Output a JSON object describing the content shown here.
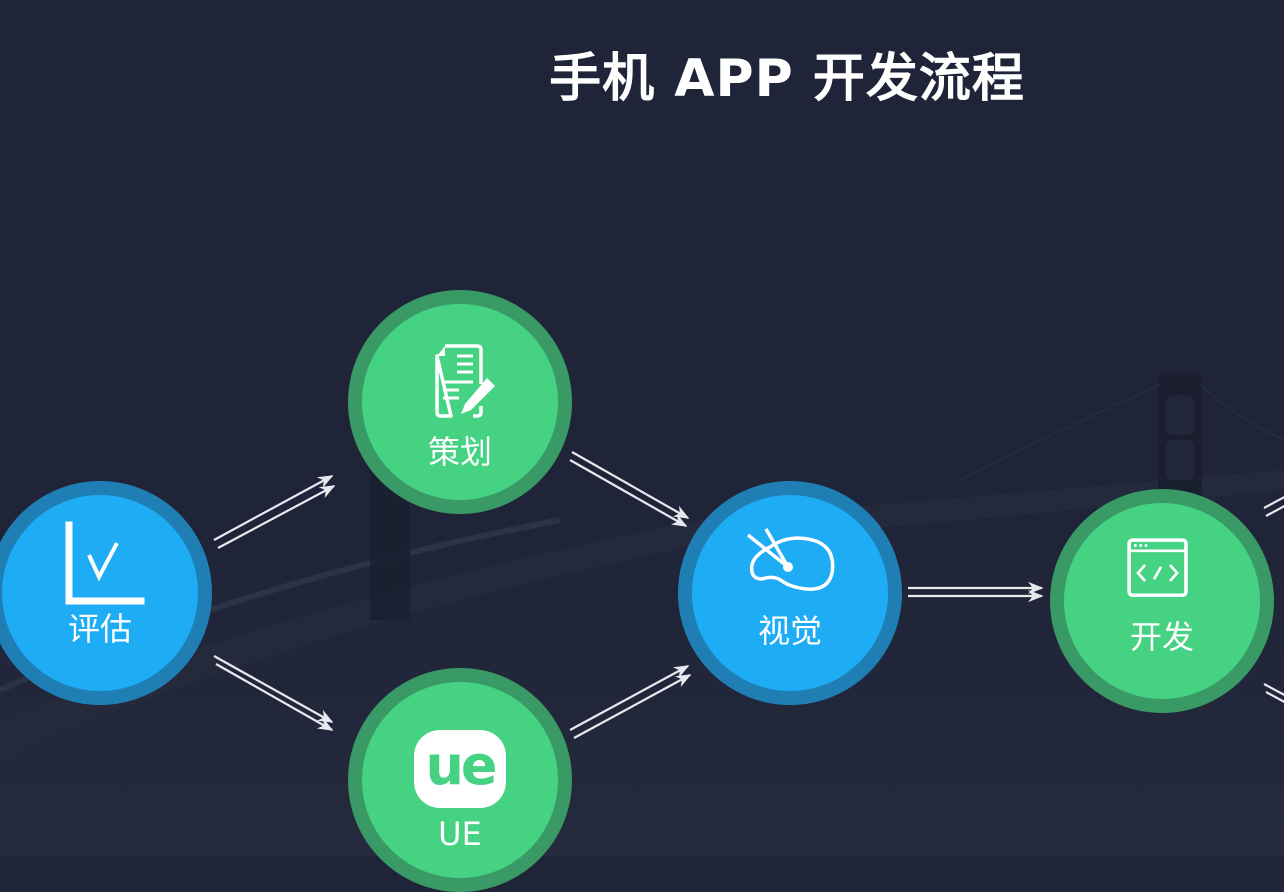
{
  "title": "手机 APP 开发流程",
  "colors": {
    "background": "#1f2438",
    "blue_fill": "#1eacf5",
    "blue_ring": "#1f7fb4",
    "green_fill": "#45d283",
    "green_ring": "#3a9a66",
    "arrow": "#e8e8ee",
    "text": "#ffffff"
  },
  "nodes": [
    {
      "id": "evaluate",
      "label": "评估",
      "icon": "line-chart-icon",
      "color": "blue"
    },
    {
      "id": "planning",
      "label": "策划",
      "icon": "document-edit-icon",
      "color": "green"
    },
    {
      "id": "ue",
      "label": "UE",
      "icon": "ue-logo-icon",
      "icon_text": "ue",
      "color": "green"
    },
    {
      "id": "visual",
      "label": "视觉",
      "icon": "palette-icon",
      "color": "blue"
    },
    {
      "id": "develop",
      "label": "开发",
      "icon": "code-window-icon",
      "color": "green"
    }
  ],
  "edges": [
    {
      "from": "evaluate",
      "to": "planning"
    },
    {
      "from": "evaluate",
      "to": "ue"
    },
    {
      "from": "planning",
      "to": "visual"
    },
    {
      "from": "ue",
      "to": "visual"
    },
    {
      "from": "visual",
      "to": "develop"
    },
    {
      "from": "develop",
      "to": "offscreen-upper"
    },
    {
      "from": "develop",
      "to": "offscreen-lower"
    }
  ]
}
